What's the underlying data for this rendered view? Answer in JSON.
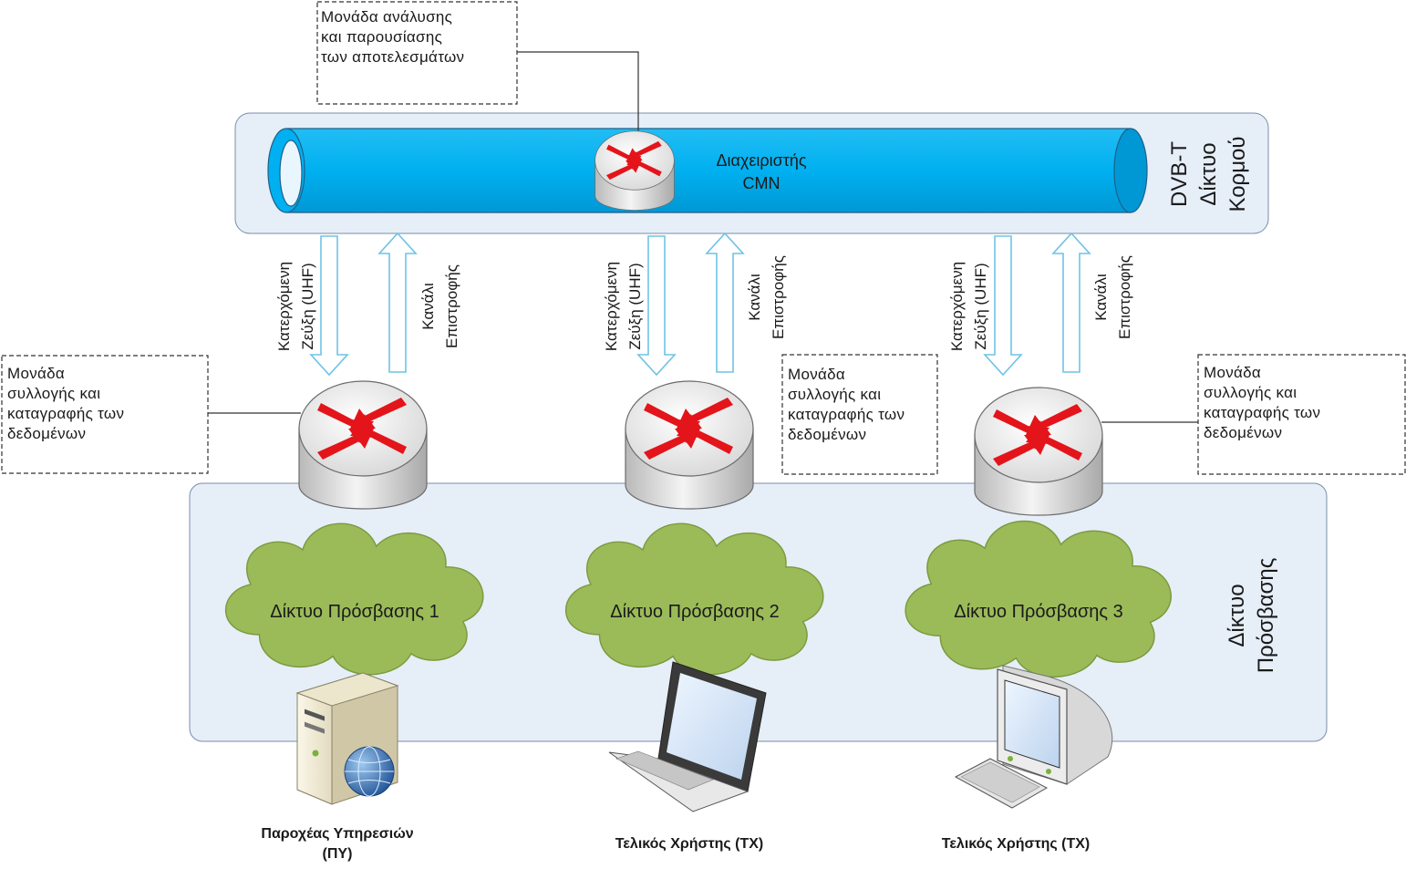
{
  "core": {
    "label": "DVB-T\nΔίκτυο\nΚορμού",
    "manager_label": "Διαχειριστής\nCMN",
    "analysis_unit": "Μονάδα ανάλυσης\nκαι παρουσίασης\nτων αποτελεσμάτων",
    "color_pipe": "#00B0F0",
    "color_panel": "#E6EEF8"
  },
  "access": {
    "label": "Δίκτυο\nΠρόσβασης",
    "cloud_color": "#9BBB59"
  },
  "links": [
    {
      "downlink": "Κατερχόμενη\nΖεύξη (UHF)",
      "return": "Κανάλι\nΕπιστροφής"
    },
    {
      "downlink": "Κατερχόμενη\nΖεύξη (UHF)",
      "return": "Κανάλι\nΕπιστροφής"
    },
    {
      "downlink": "Κατερχόμενη\nΖεύξη (UHF)",
      "return": "Κανάλι\nΕπιστροφής"
    }
  ],
  "collection_units": [
    "Μονάδα\nσυλλογής και\nκαταγραφής των\nδεδομένων",
    "Μονάδα\nσυλλογής και\nκαταγραφής των\nδεδομένων",
    "Μονάδα\nσυλλογής και\nκαταγραφής των\nδεδομένων"
  ],
  "clouds": [
    "Δίκτυο Πρόσβασης 1",
    "Δίκτυο Πρόσβασης 2",
    "Δίκτυο Πρόσβασης 3"
  ],
  "devices": [
    {
      "label": "Παροχέας Υπηρεσιών\n(ΠΥ)",
      "icon": "server-icon"
    },
    {
      "label": "Τελικός Χρήστης (ΤΧ)",
      "icon": "laptop-icon"
    },
    {
      "label": "Τελικός Χρήστης (ΤΧ)",
      "icon": "desktop-icon"
    }
  ]
}
